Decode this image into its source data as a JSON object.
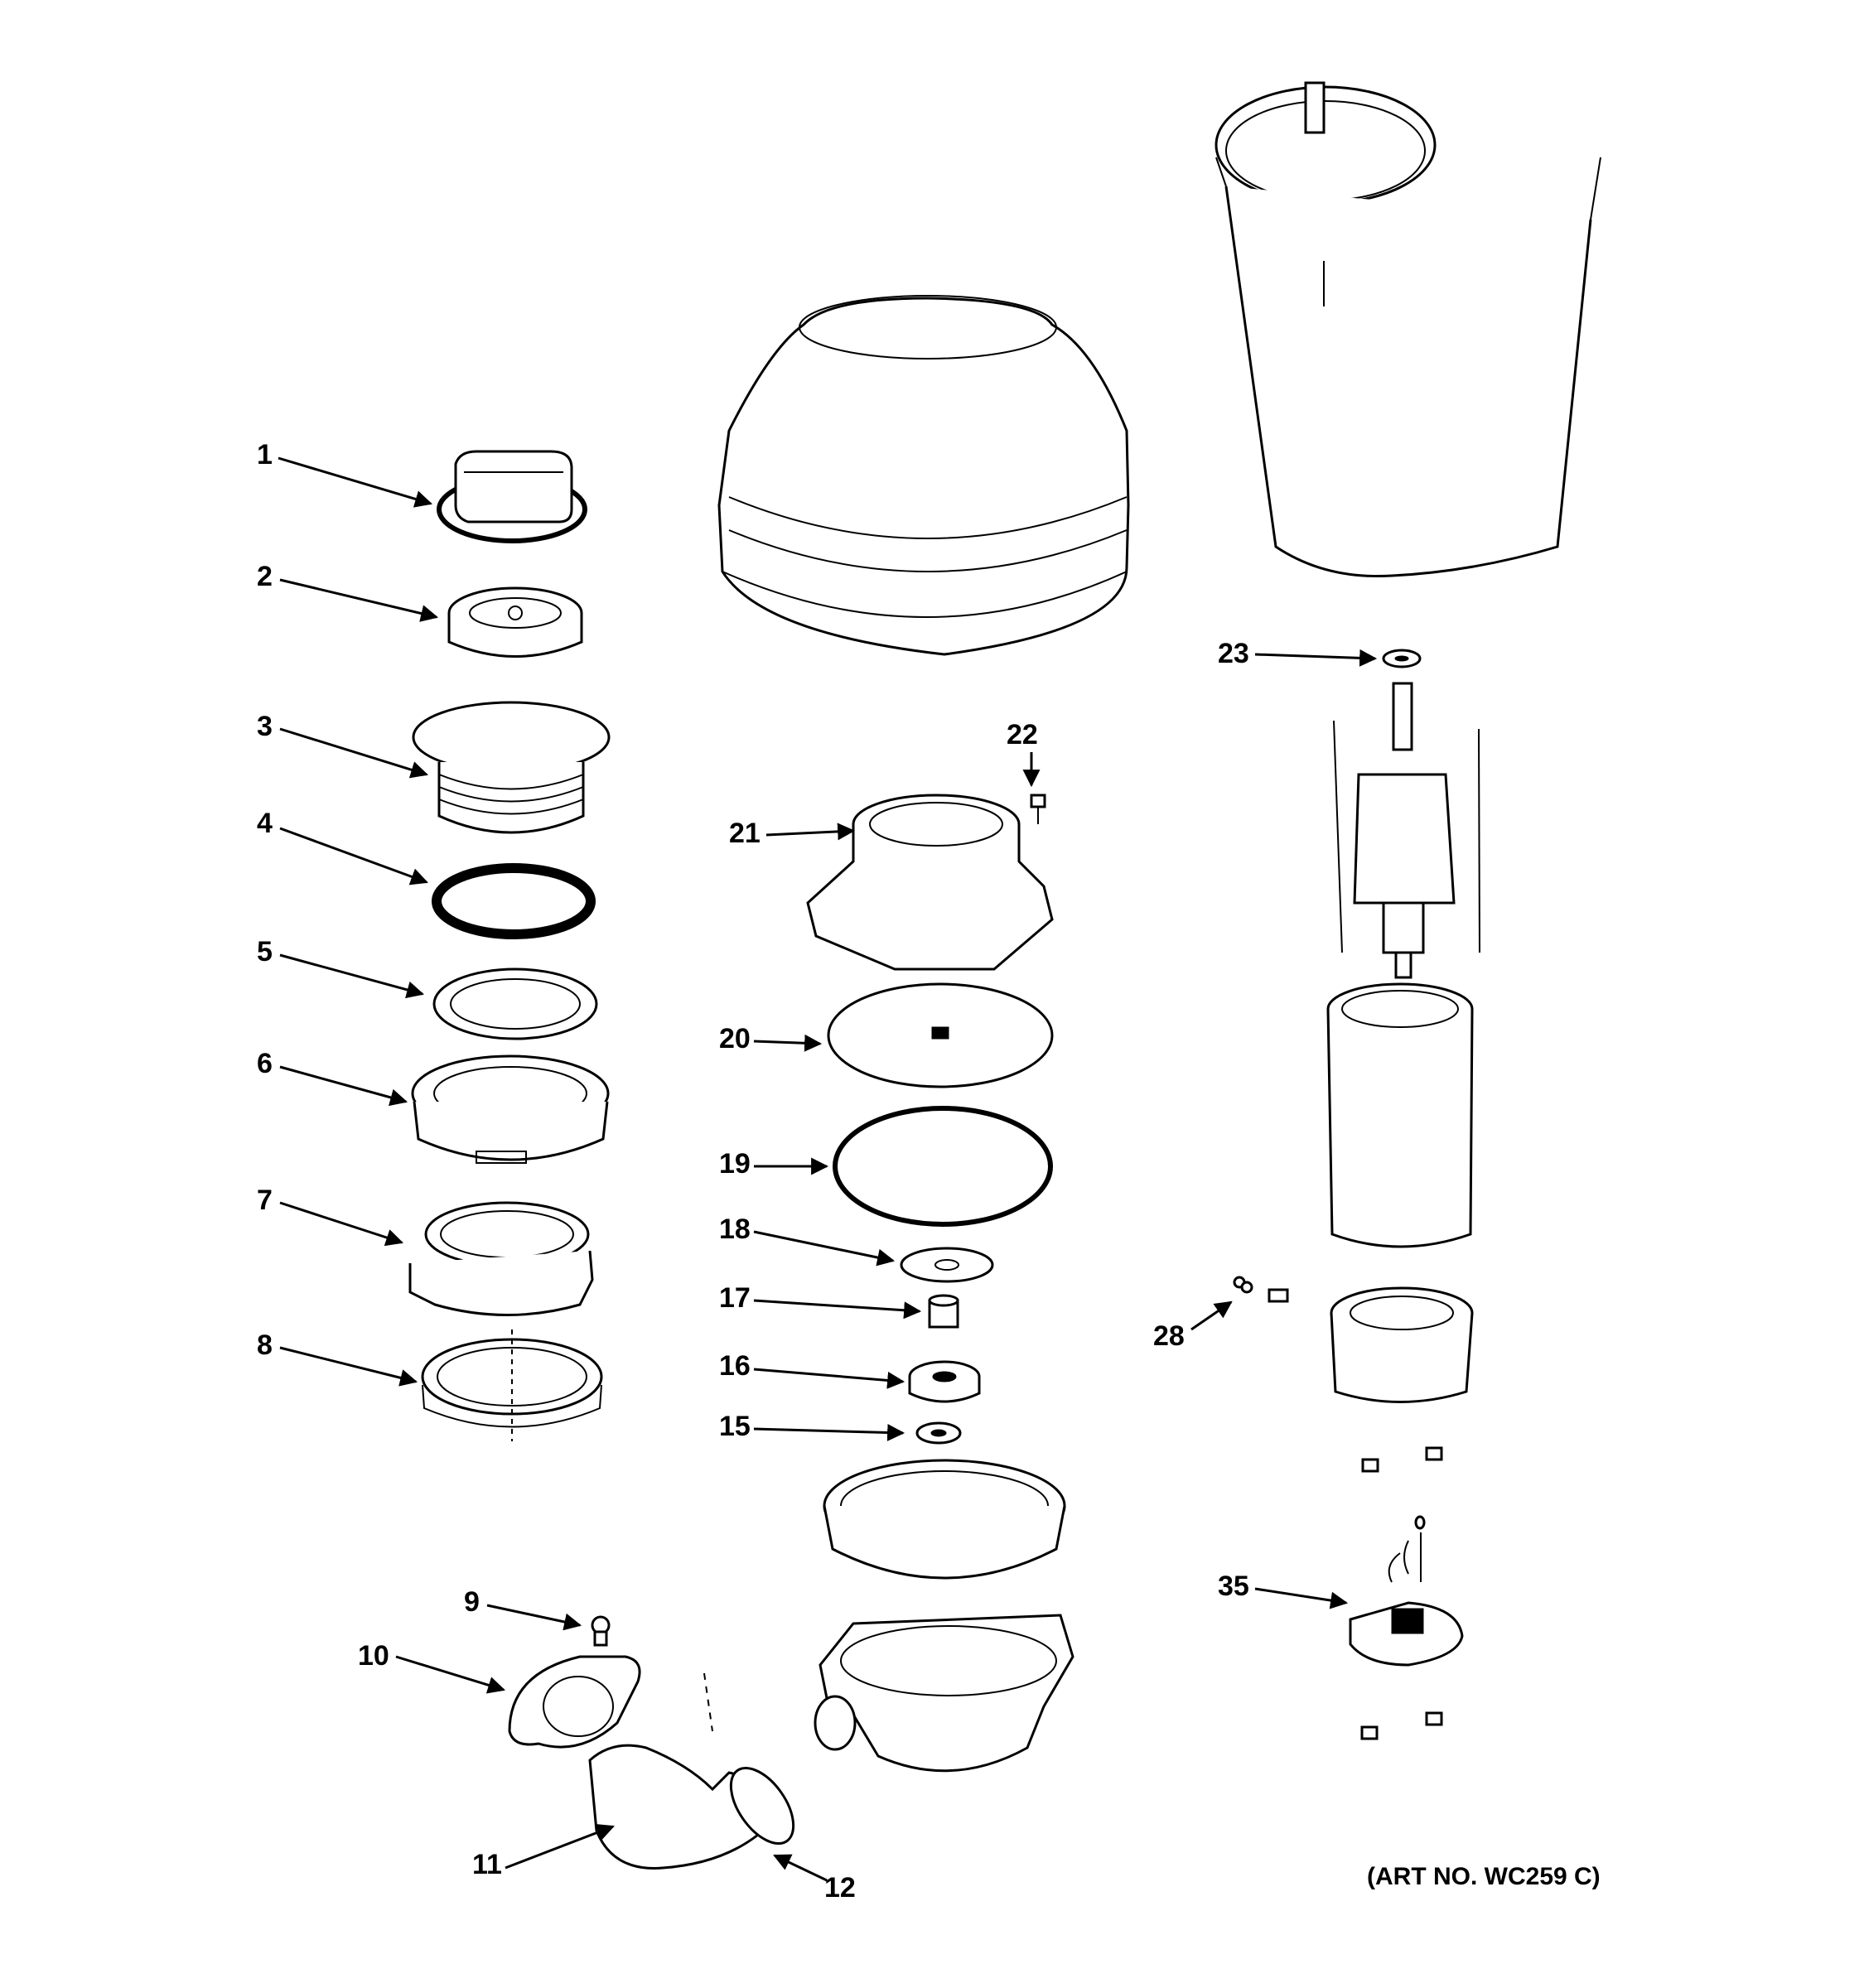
{
  "diagram": {
    "art_number": "(ART NO. WC259 C)",
    "callouts": [
      "1",
      "2",
      "3",
      "4",
      "5",
      "6",
      "7",
      "8",
      "9",
      "10",
      "11",
      "12",
      "15",
      "16",
      "17",
      "18",
      "19",
      "20",
      "21",
      "22",
      "23",
      "28",
      "35"
    ]
  }
}
